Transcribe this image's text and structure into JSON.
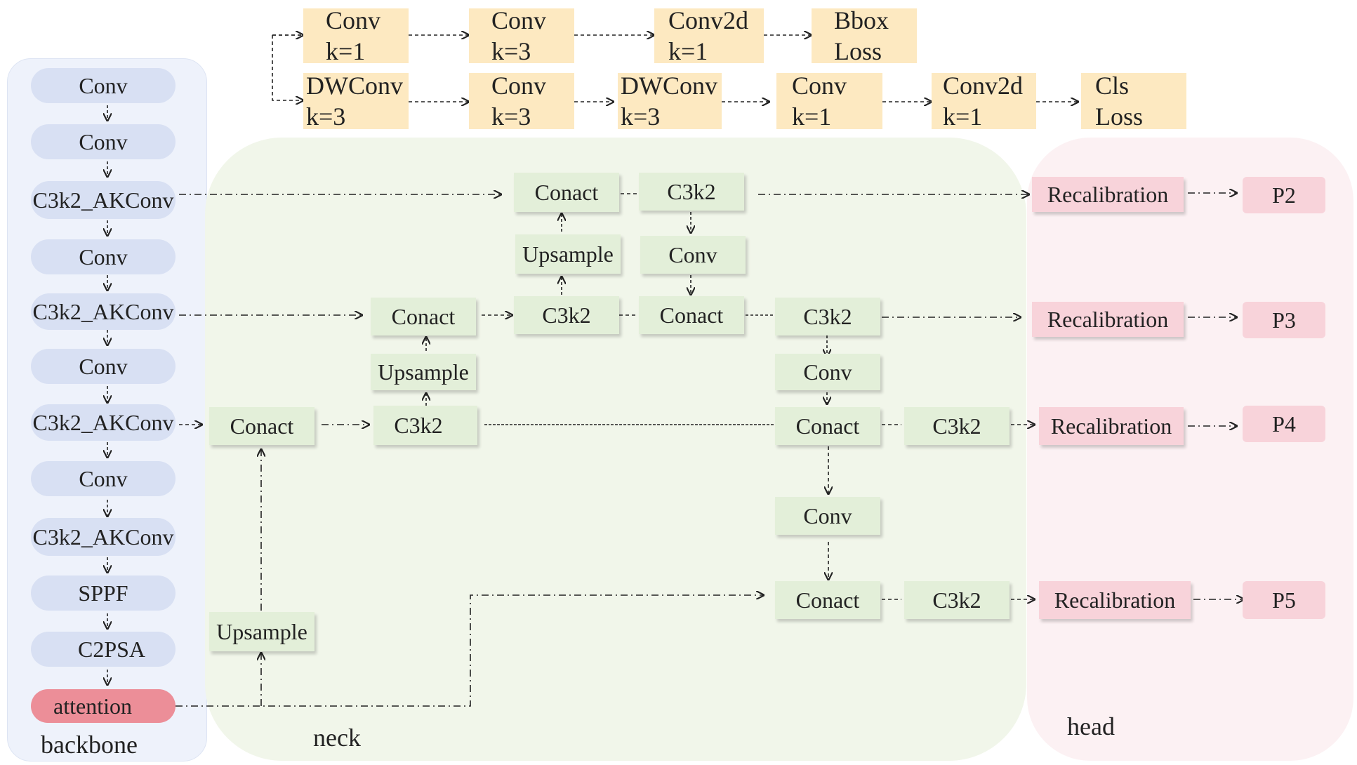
{
  "colors": {
    "backbone_bg": "#eef2fb",
    "neck_bg": "#f1f6ea",
    "head_bg": "#fcf1f3",
    "backbone_node": "#d8e0f3",
    "attention_node": "#ec8e98",
    "neck_node": "#e3efd9",
    "head_node": "#f8d3da",
    "top_node": "#fde9c1"
  },
  "regions": {
    "backbone": "backbone",
    "neck": "neck",
    "head": "head"
  },
  "backbone": {
    "conv1": "Conv",
    "conv2": "Conv",
    "c3k2_akconv1": "C3k2_AKConv",
    "conv3": "Conv",
    "c3k2_akconv2": "C3k2_AKConv",
    "conv4": "Conv",
    "c3k2_akconv3": "C3k2_AKConv",
    "conv5": "Conv",
    "c3k2_akconv4": "C3k2_AKConv",
    "sppf": "SPPF",
    "c2psa": "C2PSA",
    "attention": "attention"
  },
  "top": {
    "bbox_branch": [
      {
        "name": "Conv",
        "param": "k=1"
      },
      {
        "name": "Conv",
        "param": "k=3"
      },
      {
        "name": "Conv2d",
        "param": "k=1"
      },
      {
        "name": "Bbox",
        "param": "Loss"
      }
    ],
    "cls_branch": [
      {
        "name": "DWConv",
        "param": "k=3"
      },
      {
        "name": "Conv",
        "param": "k=3"
      },
      {
        "name": "DWConv",
        "param": "k=3"
      },
      {
        "name": "Conv",
        "param": "k=1"
      },
      {
        "name": "Conv2d",
        "param": "k=1"
      },
      {
        "name": "Cls",
        "param": "Loss"
      }
    ]
  },
  "neck": {
    "upsample_low": "Upsample",
    "concat_low": "Conact",
    "c3k2_mid": "C3k2",
    "upsample_mid": "Upsample",
    "concat_mid": "Conact",
    "c3k2_upper": "C3k2",
    "upsample_top": "Upsample",
    "concat_top": "Conact",
    "c3k2_top": "C3k2",
    "conv_top": "Conv",
    "concat_p3": "Conact",
    "c3k2_p3": "C3k2",
    "conv_p3": "Conv",
    "concat_p4": "Conact",
    "c3k2_p4": "C3k2",
    "conv_p4": "Conv",
    "concat_p5": "Conact",
    "c3k2_p5": "C3k2"
  },
  "head": {
    "recal_p2": "Recalibration",
    "recal_p3": "Recalibration",
    "recal_p4": "Recalibration",
    "recal_p5": "Recalibration",
    "p2": "P2",
    "p3": "P3",
    "p4": "P4",
    "p5": "P5"
  }
}
